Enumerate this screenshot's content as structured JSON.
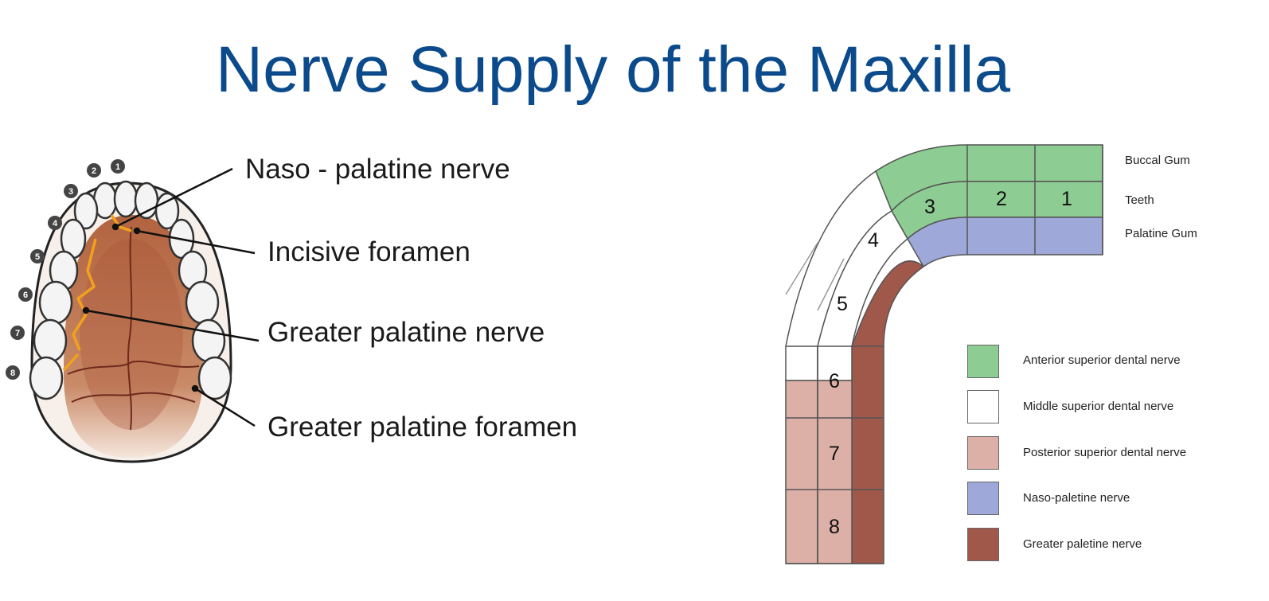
{
  "title": "Nerve Supply of the Maxilla",
  "left_figure": {
    "labels": [
      "Naso - palatine nerve",
      "Incisive foramen",
      "Greater palatine nerve",
      "Greater palatine foramen"
    ],
    "tooth_numbers": [
      "1",
      "2",
      "3",
      "4",
      "5",
      "6",
      "7",
      "8"
    ]
  },
  "right_figure": {
    "row_labels": [
      "Buccal Gum",
      "Teeth",
      "Palatine Gum"
    ],
    "tooth_numbers": [
      "1",
      "2",
      "3",
      "4",
      "5",
      "6",
      "7",
      "8"
    ],
    "legend": [
      {
        "label": "Anterior superior dental nerve",
        "color": "#8dcc92"
      },
      {
        "label": "Middle superior dental nerve",
        "color": "#ffffff"
      },
      {
        "label": "Posterior superior dental nerve",
        "color": "#ddb0a7"
      },
      {
        "label": "Naso-paletine nerve",
        "color": "#9ea9d9"
      },
      {
        "label": "Greater paletine nerve",
        "color": "#a0584b"
      }
    ]
  }
}
